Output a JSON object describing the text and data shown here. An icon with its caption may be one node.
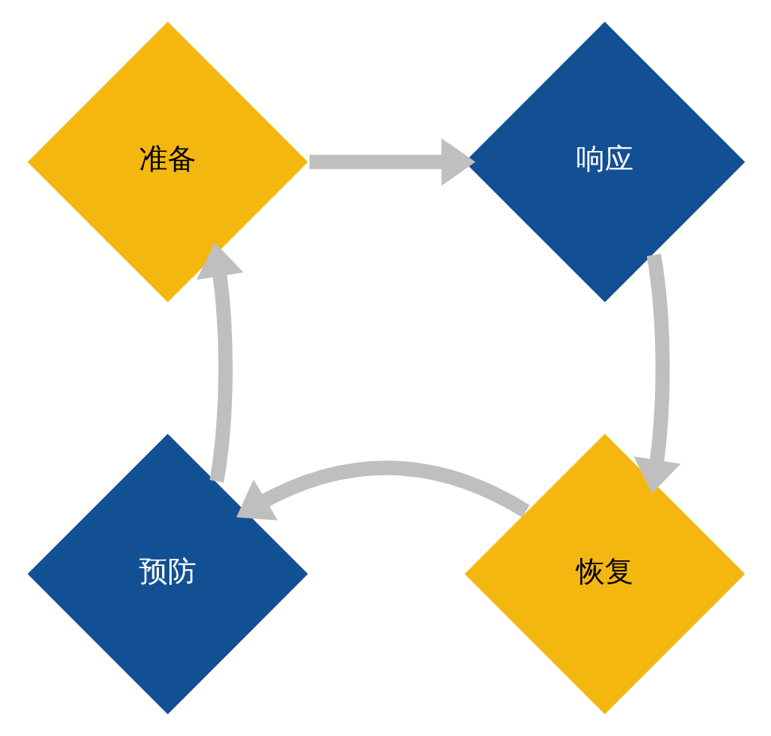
{
  "diagram": {
    "nodes": [
      {
        "text": [
          "准备"
        ]
      },
      {
        "text": [
          "响应"
        ]
      },
      {
        "text": [
          "恢复"
        ]
      },
      {
        "text": [
          "预防"
        ]
      }
    ],
    "edges": [
      {
        "from": 0,
        "to": 1,
        "arrow": "to"
      },
      {
        "from": 1,
        "to": 2,
        "arrow": "to"
      },
      {
        "from": 2,
        "to": 3,
        "arrow": "to"
      },
      {
        "from": 3,
        "to": 0,
        "arrow": "to"
      }
    ]
  }
}
